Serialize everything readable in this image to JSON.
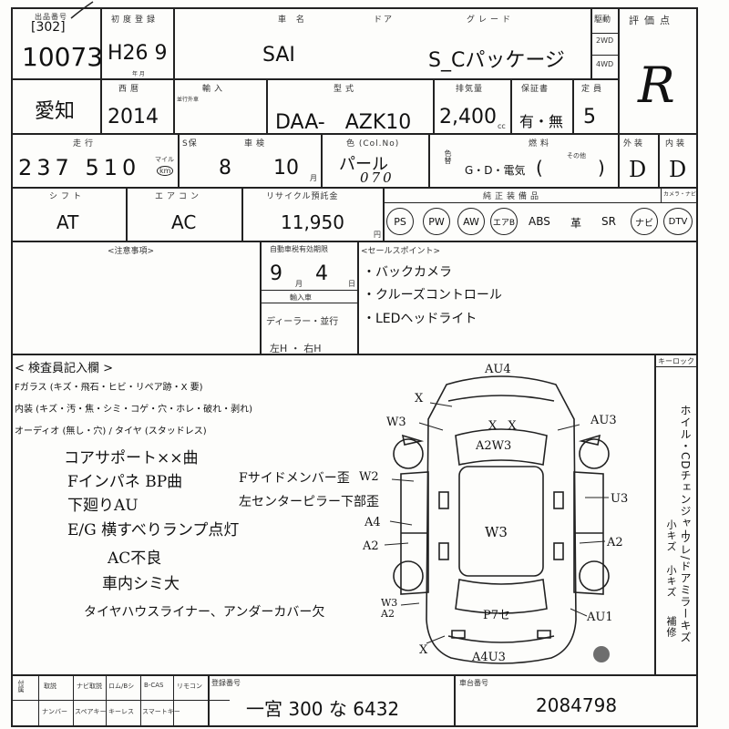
{
  "lot": {
    "label": "出品番号",
    "lane": "[302]",
    "number": "10073"
  },
  "first_reg": {
    "label": "初度登録",
    "value": "H26 9",
    "sub": "年 月"
  },
  "car_name": {
    "label": "車 名",
    "value": "SAI"
  },
  "doors": {
    "label": "ドア"
  },
  "grade": {
    "label": "グレード",
    "value": "S_Cパッケージ"
  },
  "drive": {
    "label": "駆動",
    "opt1": "2WD",
    "opt2": "4WD"
  },
  "rating": {
    "label": "評価点",
    "value": "R"
  },
  "region": {
    "value": "愛知"
  },
  "year": {
    "label": "西暦",
    "value": "2014"
  },
  "import": {
    "label": "輸入",
    "note": "並行外車"
  },
  "model": {
    "label": "型式",
    "value": "DAA-　AZK10"
  },
  "displacement": {
    "label": "排気量",
    "value": "2,400",
    "unit": "cc"
  },
  "warranty": {
    "label": "保証書",
    "value": "有・無"
  },
  "capacity": {
    "label": "定員",
    "value": "5"
  },
  "mileage": {
    "label": "走行",
    "value": "237 510",
    "unit_a": "マイル",
    "unit_b": "km"
  },
  "history": {
    "label": "S保"
  },
  "inspection": {
    "label": "車検",
    "year": "8",
    "month": "10",
    "month_suffix": "月"
  },
  "color": {
    "label": "色 (Col.No)",
    "value": "パール",
    "code": "070",
    "change_label": "色替"
  },
  "fuel": {
    "label": "燃料",
    "value": "G・D・電気",
    "other": "その他"
  },
  "exterior": {
    "label": "外装",
    "value": "D"
  },
  "interior": {
    "label": "内装",
    "value": "D"
  },
  "shift": {
    "label": "シフト",
    "value": "AT"
  },
  "aircon": {
    "label": "エアコン",
    "value": "AC"
  },
  "recycle": {
    "label": "リサイクル預託金",
    "value": "11,950",
    "unit": "円"
  },
  "equipment": {
    "label": "純正装備品",
    "key_label": "カメラ・ナビ",
    "items": [
      "PS",
      "PW",
      "AW",
      "エアB",
      "ABS",
      "革",
      "SR",
      "ナビ",
      "DTV"
    ]
  },
  "notes": {
    "label": "<注意事項>"
  },
  "auto_tax": {
    "label": "自動車税有効期限",
    "month": "9",
    "day": "4",
    "month_suffix": "月",
    "day_suffix": "日"
  },
  "import_car": {
    "label": "輸入車",
    "value": "ディーラー・並行",
    "steer": "左H ・ 右H"
  },
  "sales_points": {
    "label": "<セールスポイント>",
    "items": [
      "・バックカメラ",
      "・クルーズコントロール",
      "・LEDヘッドライト"
    ]
  },
  "inspector": {
    "label": "< 検査員記入欄 >",
    "line1": "Fガラス (キズ・飛石・ヒビ・リペア跡・X 要)",
    "line2": "内装 (キズ・汚・焦・シミ・コゲ・穴・ホレ・破れ・剥れ)",
    "line3": "オーディオ (無し・穴) / タイヤ (スタッドレス)",
    "hand_notes": [
      "コアサポート××曲",
      "Fインパネ BP曲",
      "下廻りAU",
      "E/G 横すべりランプ点灯",
      "AC不良",
      "車内シミ大",
      "タイヤハウスライナー、アンダーカバー欠"
    ],
    "side_notes": [
      "Fサイドメンバー歪",
      "左センターピラー下部歪"
    ]
  },
  "keylock": {
    "label": "キーロック"
  },
  "vertical_notes": {
    "col1": "ホイル・CDチェンジャー",
    "col2": "ワレ/ドアミラーキズ",
    "col3": "小キズ",
    "col4": "小キズ",
    "col5": "補修"
  },
  "diagram_marks": {
    "au4_top": "AU4",
    "x_top": "X",
    "w3_left": "W3",
    "au3_right": "AU3",
    "xx": "X X",
    "a2w3": "A2W3",
    "w2": "W2",
    "u3": "U3",
    "a4": "A4",
    "w3_center": "W3",
    "a2_left": "A2",
    "a2_right": "A2",
    "w3a2_lower": "W3\nA2",
    "p7": "P7セ",
    "au1": "AU1",
    "x_bottom": "X",
    "a4u3": "A4U3"
  },
  "footer": {
    "col1": "取説",
    "col2": "ナビ取説",
    "col3": "ロム/Bシ",
    "col4": "B-CAS",
    "col5": "リモコン",
    "col6": "ナンバー",
    "col7": "スペアキー",
    "col8": "キーレス",
    "col9": "スマートキー",
    "plate_label": "登録番号",
    "plate": "一宮 300 な 6432",
    "vin_label": "車台番号",
    "vin": "2084798"
  }
}
